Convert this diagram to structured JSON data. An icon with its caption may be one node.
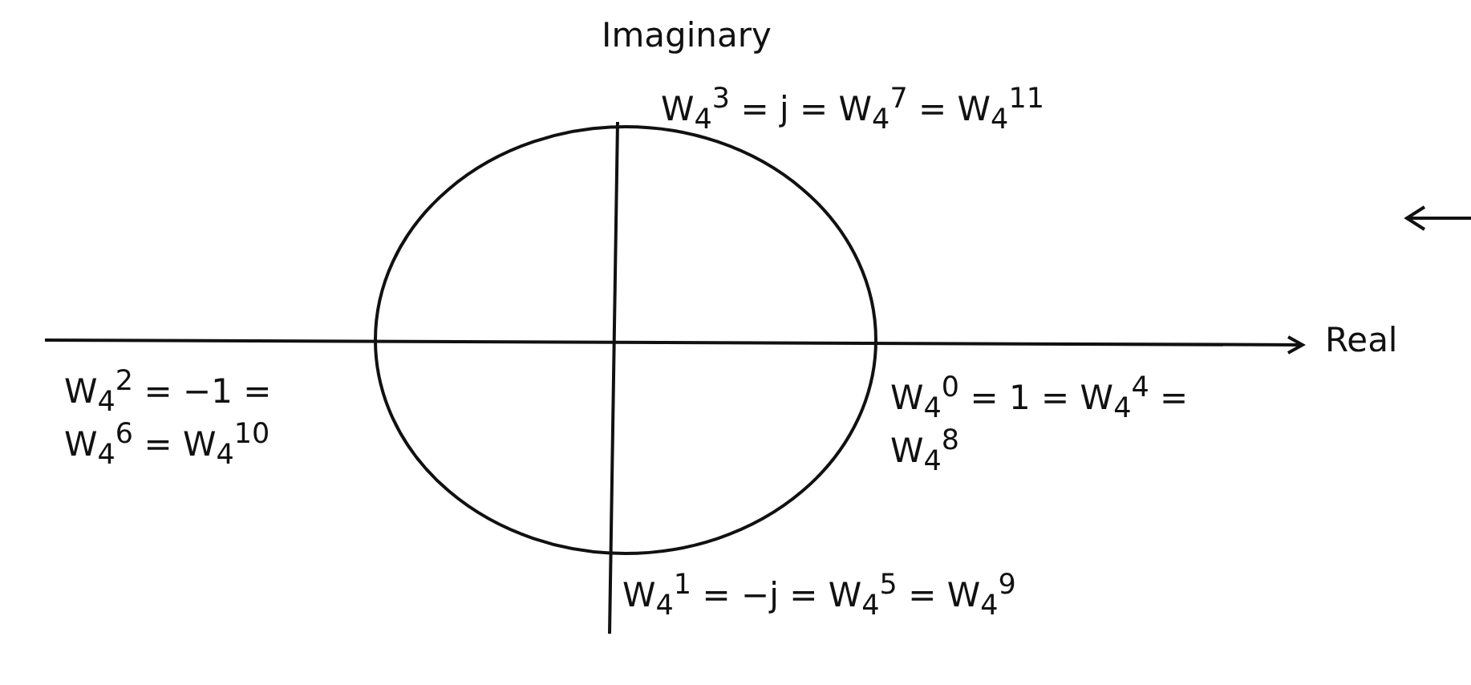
{
  "diagram": {
    "labels": [
      "Imaginary",
      "W$_{4}$$^{3}$ = j = W$_{4}$$^{7}$ = W$_{4}$$^{11}$",
      "Real",
      "W$_{4}$$^{2}$ = −1 = W$_{4}$$^{6}$ = W$_{4}$$^{10}$",
      "W$_{4}$$^{0}$ = 1 = W$_{4}$$^{4}$ = W$_{4}$$^{8}$",
      "W$_{4}$$^{1}$ = −j = W$_{4}$$^{5}$ = W$_{4}$$^{9}$"
    ]
  }
}
